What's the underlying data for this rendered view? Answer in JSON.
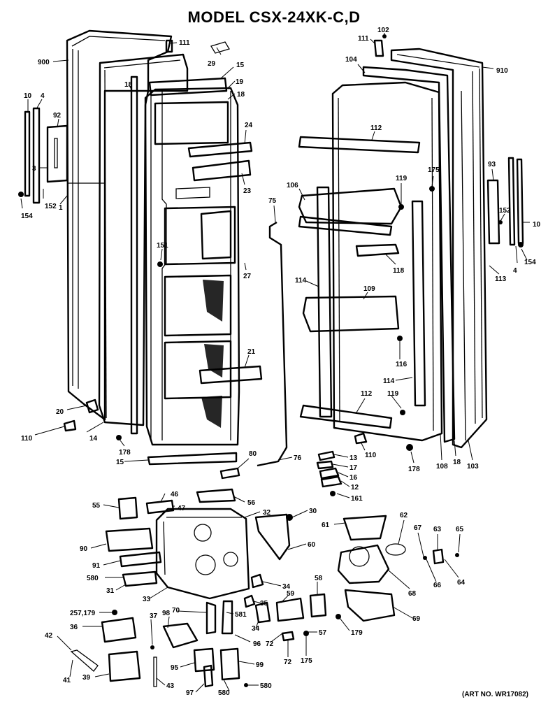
{
  "title": "MODEL CSX-24XK-C,D",
  "art_no": "(ART NO. WR17082)",
  "callouts": [
    {
      "id": "c900",
      "text": "900"
    },
    {
      "id": "c111a",
      "text": "111"
    },
    {
      "id": "c29",
      "text": "29"
    },
    {
      "id": "c15a",
      "text": "15"
    },
    {
      "id": "c19",
      "text": "19"
    },
    {
      "id": "c18a",
      "text": "18"
    },
    {
      "id": "c18b",
      "text": "18"
    },
    {
      "id": "c10a",
      "text": "10"
    },
    {
      "id": "c4a",
      "text": "4"
    },
    {
      "id": "c92",
      "text": "92"
    },
    {
      "id": "c3",
      "text": "3"
    },
    {
      "id": "c152a",
      "text": "152"
    },
    {
      "id": "c1a",
      "text": "1"
    },
    {
      "id": "c154a",
      "text": "154"
    },
    {
      "id": "c24",
      "text": "24"
    },
    {
      "id": "c23",
      "text": "23"
    },
    {
      "id": "c151",
      "text": "151"
    },
    {
      "id": "c27",
      "text": "27"
    },
    {
      "id": "c21",
      "text": "21"
    },
    {
      "id": "c20",
      "text": "20"
    },
    {
      "id": "c110a",
      "text": "110"
    },
    {
      "id": "c14",
      "text": "14"
    },
    {
      "id": "c178a",
      "text": "178"
    },
    {
      "id": "c15b",
      "text": "15"
    },
    {
      "id": "c80",
      "text": "80"
    },
    {
      "id": "c76",
      "text": "76"
    },
    {
      "id": "c75",
      "text": "75"
    },
    {
      "id": "c102",
      "text": "102"
    },
    {
      "id": "c111b",
      "text": "111"
    },
    {
      "id": "c104",
      "text": "104"
    },
    {
      "id": "c910",
      "text": "910"
    },
    {
      "id": "c112a",
      "text": "112"
    },
    {
      "id": "c175a",
      "text": "175"
    },
    {
      "id": "c93",
      "text": "93"
    },
    {
      "id": "c106",
      "text": "106"
    },
    {
      "id": "c119a",
      "text": "119"
    },
    {
      "id": "c152b",
      "text": "152"
    },
    {
      "id": "c10b",
      "text": "10"
    },
    {
      "id": "c118",
      "text": "118"
    },
    {
      "id": "c4b",
      "text": "4"
    },
    {
      "id": "c154b",
      "text": "154"
    },
    {
      "id": "c113",
      "text": "113"
    },
    {
      "id": "c114a",
      "text": "114"
    },
    {
      "id": "c109",
      "text": "109"
    },
    {
      "id": "c116",
      "text": "116"
    },
    {
      "id": "c114b",
      "text": "114"
    },
    {
      "id": "c112b",
      "text": "112"
    },
    {
      "id": "c119b",
      "text": "119"
    },
    {
      "id": "c110b",
      "text": "110"
    },
    {
      "id": "c178b",
      "text": "178"
    },
    {
      "id": "c108",
      "text": "108"
    },
    {
      "id": "c18c",
      "text": "18"
    },
    {
      "id": "c103",
      "text": "103"
    },
    {
      "id": "c13",
      "text": "13"
    },
    {
      "id": "c17",
      "text": "17"
    },
    {
      "id": "c16",
      "text": "16"
    },
    {
      "id": "c12",
      "text": "12"
    },
    {
      "id": "c161",
      "text": "161"
    },
    {
      "id": "c55",
      "text": "55"
    },
    {
      "id": "c46",
      "text": "46"
    },
    {
      "id": "c47",
      "text": "47"
    },
    {
      "id": "c56",
      "text": "56"
    },
    {
      "id": "c32",
      "text": "32"
    },
    {
      "id": "c30",
      "text": "30"
    },
    {
      "id": "c61",
      "text": "61"
    },
    {
      "id": "c62",
      "text": "62"
    },
    {
      "id": "c67",
      "text": "67"
    },
    {
      "id": "c63",
      "text": "63"
    },
    {
      "id": "c65",
      "text": "65"
    },
    {
      "id": "c90",
      "text": "90"
    },
    {
      "id": "c60",
      "text": "60"
    },
    {
      "id": "c91",
      "text": "91"
    },
    {
      "id": "c580a",
      "text": "580"
    },
    {
      "id": "c68",
      "text": "68"
    },
    {
      "id": "c66",
      "text": "66"
    },
    {
      "id": "c64",
      "text": "64"
    },
    {
      "id": "c31",
      "text": "31"
    },
    {
      "id": "c33",
      "text": "33"
    },
    {
      "id": "c34a",
      "text": "34"
    },
    {
      "id": "c58",
      "text": "58"
    },
    {
      "id": "c59",
      "text": "59"
    },
    {
      "id": "c35",
      "text": "35"
    },
    {
      "id": "c69",
      "text": "69"
    },
    {
      "id": "c257",
      "text": "257,179"
    },
    {
      "id": "c37",
      "text": "37"
    },
    {
      "id": "c70",
      "text": "70"
    },
    {
      "id": "c98",
      "text": "98"
    },
    {
      "id": "c581",
      "text": "581"
    },
    {
      "id": "c34b",
      "text": "34"
    },
    {
      "id": "c72a",
      "text": "72"
    },
    {
      "id": "c57",
      "text": "57"
    },
    {
      "id": "c179",
      "text": "179"
    },
    {
      "id": "c36",
      "text": "36"
    },
    {
      "id": "c42",
      "text": "42"
    },
    {
      "id": "c96a",
      "text": "96"
    },
    {
      "id": "c72b",
      "text": "72"
    },
    {
      "id": "c175b",
      "text": "175"
    },
    {
      "id": "c41",
      "text": "41"
    },
    {
      "id": "c39",
      "text": "39"
    },
    {
      "id": "c95",
      "text": "95"
    },
    {
      "id": "c99",
      "text": "99"
    },
    {
      "id": "c43",
      "text": "43"
    },
    {
      "id": "c97",
      "text": "97"
    },
    {
      "id": "c580b",
      "text": "580"
    },
    {
      "id": "c580c",
      "text": "580"
    }
  ]
}
